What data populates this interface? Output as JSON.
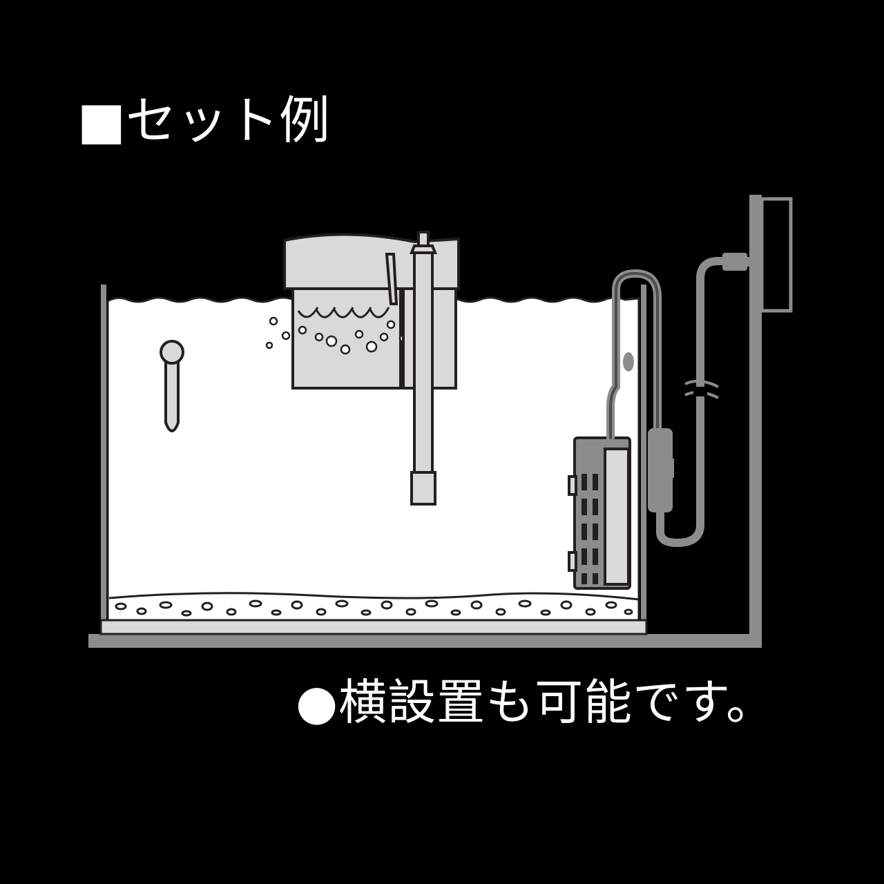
{
  "title": "■セット例",
  "caption": "●横設置も可能です。",
  "colors": {
    "background": "#000000",
    "water": "#ffffff",
    "structure_gray": "#8c8c8c",
    "component_fill": "#d9d9d9",
    "outline": "#231f20"
  },
  "components": [
    "aquarium-tank",
    "hang-on-filter",
    "heater",
    "thermometer",
    "power-cord",
    "wall-outlet",
    "gravel"
  ]
}
